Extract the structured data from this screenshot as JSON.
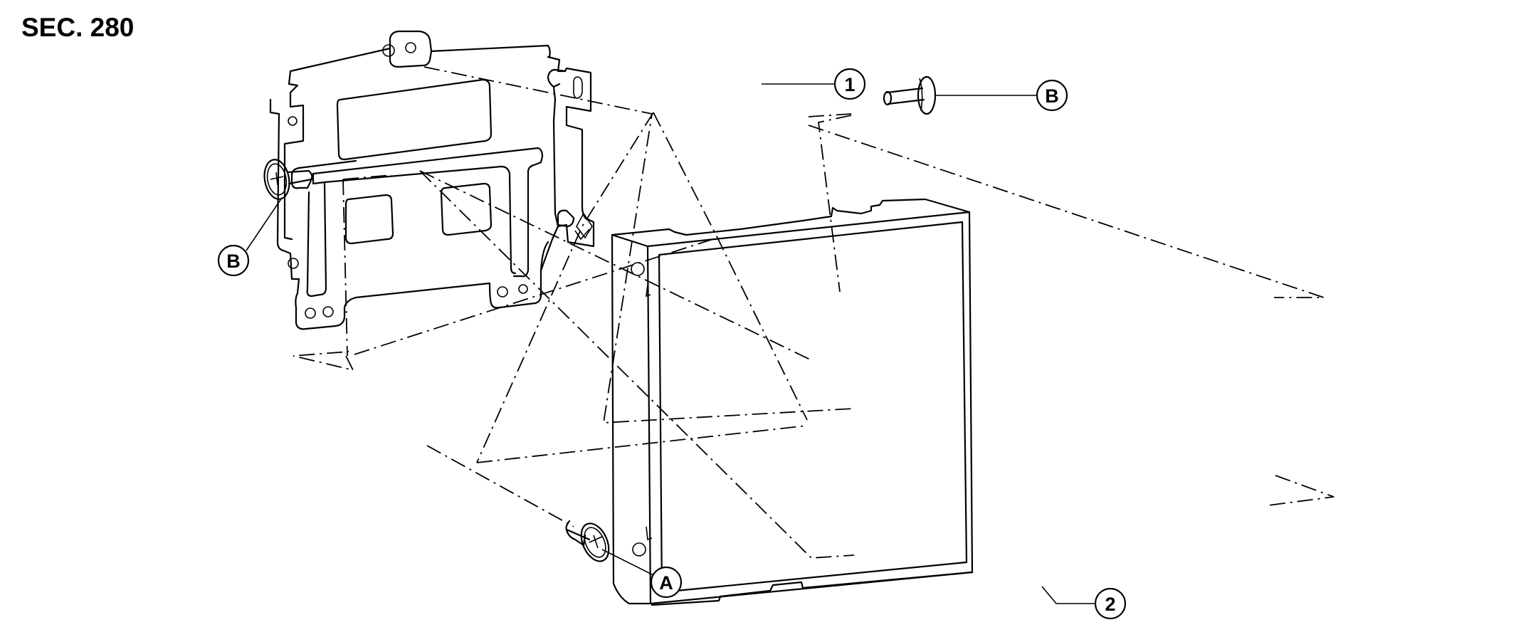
{
  "section_label": "SEC. 280",
  "callouts": {
    "bracket_number": "1",
    "display_unit_number": "2",
    "screw_a_letter": "A",
    "screw_b_right_letter": "B",
    "screw_b_left_letter": "B"
  }
}
